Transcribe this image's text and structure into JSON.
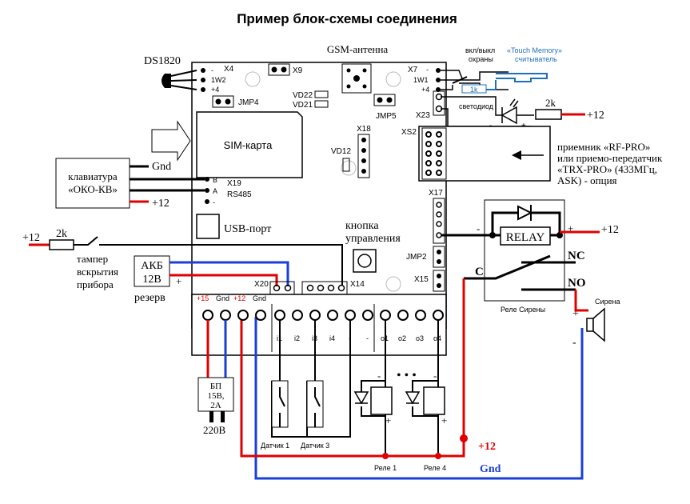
{
  "title": "Пример блок-схемы соединения",
  "labels": {
    "gsm_antenna": "GSM-антенна",
    "ds1820": "DS1820",
    "x4": "X4",
    "x4_minus": "-",
    "x4_1w2": "1W2",
    "x4_plus4": "+4",
    "jmp4": "JMP4",
    "x9": "X9",
    "vd22": "VD22",
    "vd21": "VD21",
    "jmp5": "JMP5",
    "sim": "SIM-карта",
    "x18": "X18",
    "vd12": "VD12",
    "x7": "X7",
    "x7_minus": "-",
    "x7_1w1": "1W1",
    "x7_plus4": "+4",
    "x23": "X23",
    "vkl_vykl": "вкл/выкл",
    "okhrany": "охраны",
    "touch_memory_1": "«Touch Memory»",
    "touch_memory_2": "считыватель",
    "r1k": "1k",
    "svetodiod": "светодиод",
    "r2k_top": "2k",
    "plus12_top": "+12",
    "xs2": "XS2",
    "receiver_1": "приемник «RF-PRO»",
    "receiver_2": "или приемо-передатчик",
    "receiver_3": "«TRX-PRO» (433МГц,",
    "receiver_4": "ASK) - опция",
    "gnd_kb": "Gnd",
    "keyboard_1": "клавиатура",
    "keyboard_2": "«ОКО-КВ»",
    "plus12_kb": "+12",
    "x19": "X19",
    "x19_b": "B",
    "x19_a": "A",
    "x19_minus": "-",
    "rs485": "RS485",
    "usb": "USB-порт",
    "x17": "X17",
    "button_1": "кнопка",
    "button_2": "управления",
    "plus12_tamper": "+12",
    "r2k_tamper": "2k",
    "tamper_1": "тампер",
    "tamper_2": "вскрытия",
    "tamper_3": "прибора",
    "akb_1": "АКБ",
    "akb_2": "12В",
    "akb_minus": "-",
    "akb_plus": "+",
    "rezerv": "резерв",
    "x20": "X20",
    "x14": "X14",
    "jmp2": "JMP2",
    "x15": "X15",
    "relay": "RELAY",
    "relay_minus": "-",
    "relay_plus": "+",
    "relay_c": "C",
    "relay_nc": "NC",
    "relay_no": "NO",
    "plus12_relay": "+12",
    "rele_sireny": "Реле Сирены",
    "sirena": "Сирена",
    "siren_plus": "+",
    "siren_minus": "-",
    "term_plus15": "+15",
    "term_gnd1": "Gnd",
    "term_plus12": "+12",
    "term_gnd2": "Gnd",
    "i1": "i1",
    "i2": "i2",
    "i3": "i3",
    "i4": "i4",
    "dash1": "-",
    "dash2": "-",
    "o1": "o1",
    "o2": "o2",
    "o3": "o3",
    "o4": "o4",
    "bp_1": "БП",
    "bp_2": "15В,",
    "bp_3": "2А",
    "v220": "220В",
    "datchik1": "Датчик 1",
    "datchik3": "Датчик 3",
    "rele1": "Реле 1",
    "rele4": "Реле 4",
    "dots": "• • •",
    "rele1_minus": "-",
    "rele1_plus": "+",
    "rele4_minus": "-",
    "rele4_plus": "+",
    "plus12_bottom": "+12",
    "gnd_bottom": "Gnd"
  },
  "colors": {
    "wire": "#000000",
    "red": "#e00000",
    "blue": "#1a3fd6",
    "light_blue": "#1f6fbf"
  }
}
